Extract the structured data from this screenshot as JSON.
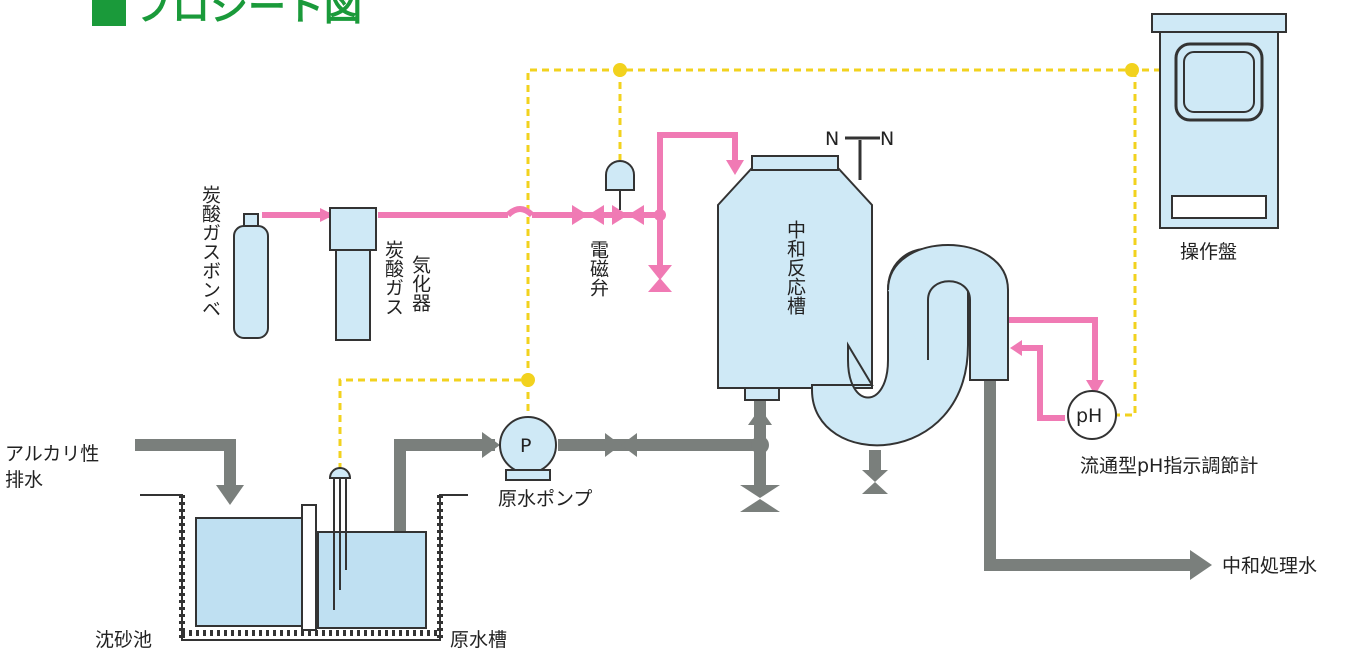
{
  "title": "フロシート図",
  "labels": {
    "co2_cylinder": "炭酸ガスボンベ",
    "vaporizer_col1": "炭酸ガス",
    "vaporizer_col2": "気化器",
    "solenoid_valve": "電磁弁",
    "reactor": "中和反応槽",
    "control_panel": "操作盤",
    "ph_meter": "流通型pH指示調節計",
    "ph_symbol": "pH",
    "raw_pump": "原水ポンプ",
    "pump_symbol": "P",
    "alkaline_line1": "アルカリ性",
    "alkaline_line2": "排水",
    "sand_pit": "沈砂池",
    "raw_tank": "原水槽",
    "treated_water": "中和処理水",
    "nitrogen": "N",
    "nitrogen2": "N"
  },
  "colors": {
    "title_green": "#1a9a3a",
    "co2_line": "#f07ab4",
    "signal_line": "#f2d21e",
    "water_line": "#7a7f7c",
    "equipment_fill": "#cfe9f6",
    "water_fill": "#bfe0f2"
  }
}
